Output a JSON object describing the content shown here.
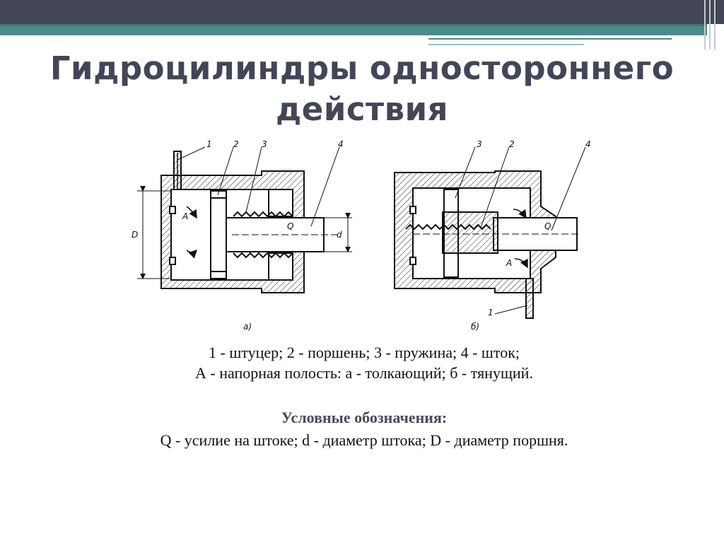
{
  "slide": {
    "title_line1": "Гидроцилиндры одностороннего",
    "title_line2": "действия"
  },
  "diagram": {
    "left": {
      "callouts": [
        "1",
        "2",
        "3",
        "4"
      ],
      "labels": {
        "cavity": "A",
        "force": "Q",
        "piston_diameter": "D",
        "rod_diameter": "d"
      },
      "caption": "а)"
    },
    "right": {
      "callouts": [
        "3",
        "2",
        "4",
        "1"
      ],
      "labels": {
        "cavity": "A",
        "force": "Q"
      },
      "caption": "б)"
    }
  },
  "legend": {
    "line1": "1 - штуцер; 2 - поршень; 3 - пружина; 4 - шток;",
    "line2": "А - напорная полость: а - толкающий; б - тянущий.",
    "notation_title": "Условные обозначения:",
    "notation_line": "Q - усилие на штоке; d - диаметр штока; D - диаметр поршня."
  },
  "colors": {
    "header_dark": "#434656",
    "header_teal": "#4d8a8c",
    "title": "#434656"
  }
}
